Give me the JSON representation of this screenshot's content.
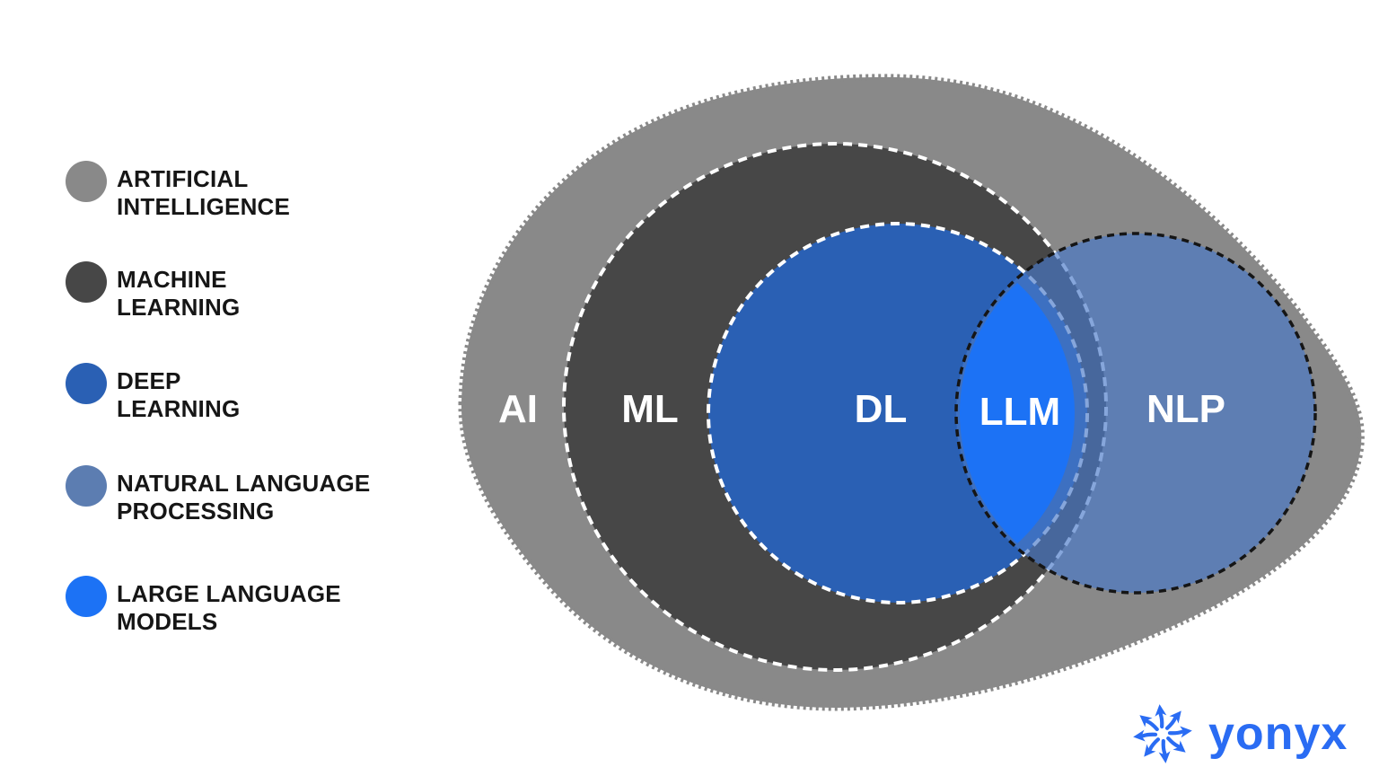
{
  "diagram": {
    "type": "euler-venn",
    "description": "Nested Euler diagram: AI contains ML, ML contains DL, NLP overlaps DL, LLM is the intersection of DL and NLP",
    "labels": {
      "ai": "AI",
      "ml": "ML",
      "dl": "DL",
      "llm": "LLM",
      "nlp": "NLP"
    }
  },
  "legend": {
    "items": [
      {
        "id": "ai",
        "line1": "ARTIFICIAL",
        "line2": "INTELLIGENCE",
        "color": "#898989"
      },
      {
        "id": "ml",
        "line1": "MACHINE",
        "line2": "LEARNING",
        "color": "#474747"
      },
      {
        "id": "dl",
        "line1": "DEEP",
        "line2": "LEARNING",
        "color": "#2A60B4"
      },
      {
        "id": "nlp",
        "line1": "NATURAL LANGUAGE",
        "line2": "PROCESSING",
        "color": "#5C7DB1"
      },
      {
        "id": "llm",
        "line1": "LARGE LANGUAGE",
        "line2": "MODELS",
        "color": "#1C74F6"
      }
    ]
  },
  "branding": {
    "logo_text": "yonyx"
  },
  "colors": {
    "background": "#FFFFFF",
    "ai": "#898989",
    "ml": "#474747",
    "dl": "#2A60B4",
    "llm": "#1C72F5",
    "nlp_fill": "#4778C9",
    "nlp_legend": "#5C7DB1",
    "nlp_stroke": "#151515",
    "legend_text": "#161616",
    "label_text": "#FFFFFF",
    "brand": "#2A6CF3"
  }
}
